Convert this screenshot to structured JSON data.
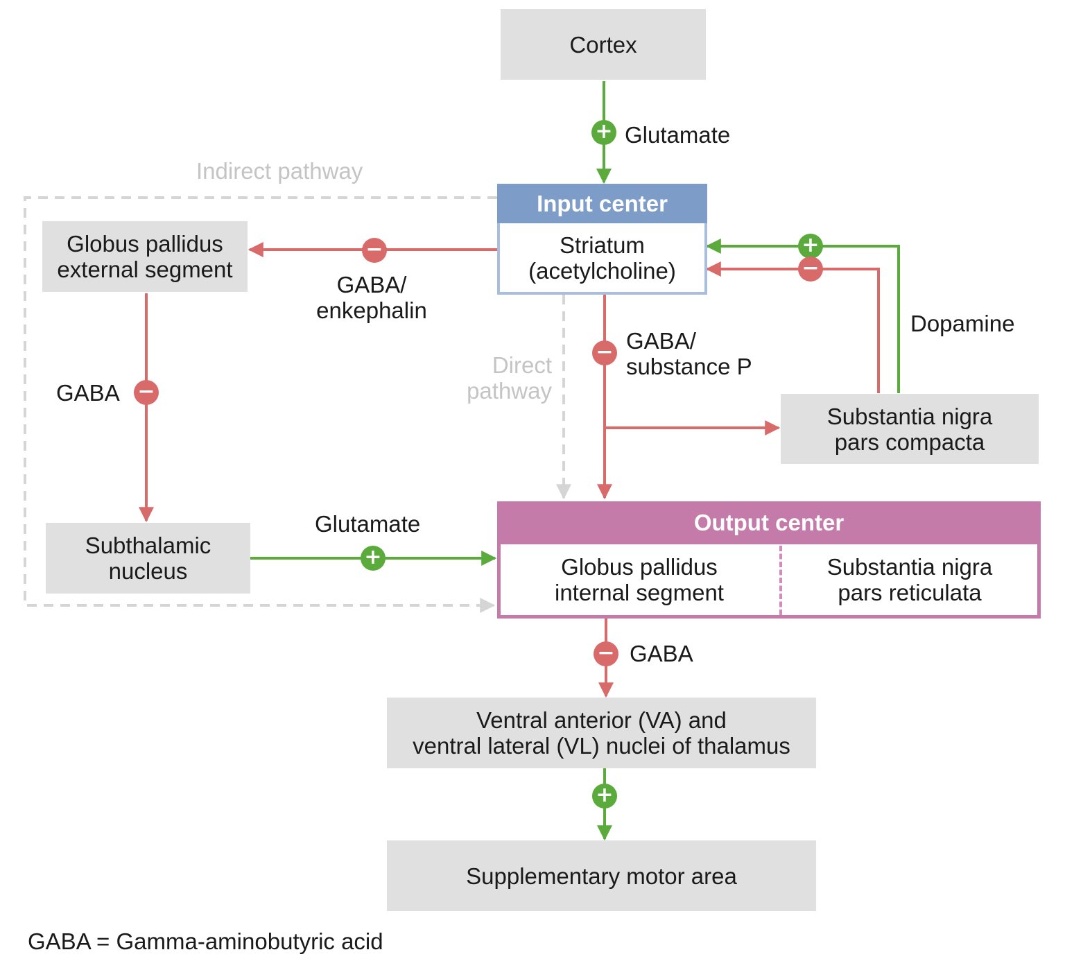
{
  "colors": {
    "excitatory": "#5aaa3c",
    "inhibitory": "#d96a6a",
    "pathway": "#d5d5d5",
    "box_fill": "#e0e0e0",
    "input_header": "#7e9cc8",
    "input_border": "#a9bedf",
    "output_header": "#c47ba9"
  },
  "nodes": {
    "cortex": "Cortex",
    "input_header": "Input center",
    "striatum": "Striatum\n(acetylcholine)",
    "gpe": "Globus pallidus\nexternal segment",
    "subthalamic": "Subthalamic\nnucleus",
    "snc": "Substantia nigra\npars compacta",
    "output_header": "Output center",
    "gpi": "Globus pallidus\ninternal segment",
    "snr": "Substantia nigra\npars reticulata",
    "thalamus": "Ventral anterior (VA) and\nventral lateral (VL) nuclei of thalamus",
    "sma": "Supplementary motor area"
  },
  "labels": {
    "glutamate_top": "Glutamate",
    "indirect": "Indirect pathway",
    "gaba_enkephalin": "GABA/\nenkephalin",
    "gaba_left": "GABA",
    "direct": "Direct\npathway",
    "gaba_substance_p": "GABA/\nsubstance P",
    "dopamine": "Dopamine",
    "glutamate_mid": "Glutamate",
    "gaba_bottom": "GABA"
  },
  "signs": {
    "plus": "+",
    "minus": "−"
  },
  "footnote": "GABA = Gamma-aminobutyric acid"
}
